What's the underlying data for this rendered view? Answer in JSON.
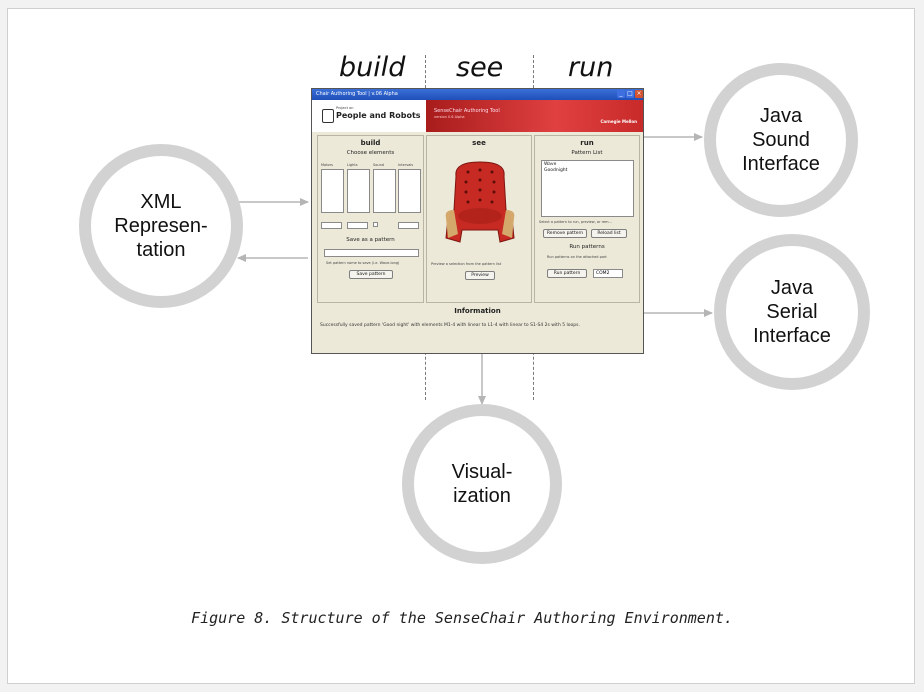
{
  "columns": {
    "build": "build",
    "see": "see",
    "run": "run"
  },
  "nodes": {
    "xml": "XML\nRepresen-\ntation",
    "sound": "Java\nSound\nInterface",
    "serial": "Java\nSerial\nInterface",
    "visualization": "Visual-\nization"
  },
  "caption": "Figure 8. Structure of the SenseChair Authoring Environment.",
  "colors": {
    "circle_stroke": "#d2d2d2",
    "arrow": "#b5b5b5",
    "banner_red": "#c82a2a",
    "titlebar": "#2456c4"
  },
  "app": {
    "title": "Chair Authoring Tool | v.06 Alpha",
    "logo_small": "Project on",
    "logo": "People and Robots",
    "banner_title": "SenseChair Authoring Tool",
    "banner_sub": "version 0.6 Alpha",
    "brand": "Carnegie Mellon",
    "build": {
      "title": "build",
      "subtitle": "Choose elements",
      "col_heads": [
        "Motors",
        "Lights",
        "Sound",
        "Intervals"
      ],
      "save_title": "Save as a pattern",
      "save_hint": "Set pattern name to save (i.e. Wave-long)",
      "save_button": "Save pattern"
    },
    "see": {
      "title": "see",
      "hint": "Preview a selection from the pattern list",
      "preview_button": "Preview"
    },
    "run": {
      "title": "run",
      "subtitle": "Pattern List",
      "items": [
        "Wave",
        "Goodnight"
      ],
      "select_hint": "Select a pattern to run, preview, or rem...",
      "remove_button": "Remove pattern",
      "reload_button": "Reload list",
      "run_title": "Run patterns",
      "run_hint": "Run patterns on the attached port",
      "run_button": "Run pattern",
      "port": "COM2"
    },
    "info_title": "Information",
    "info_text": "Successfully saved pattern 'Good night' with elements M1-4 with linear to L1-4 with linear to S1-S4 2s with 5 loops."
  }
}
